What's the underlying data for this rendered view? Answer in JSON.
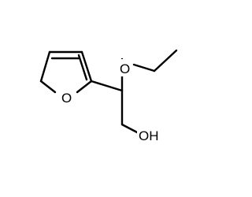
{
  "structure": {
    "labels": {
      "furan_oxygen": "O",
      "ether_oxygen": "O",
      "hydroxyl": "OH"
    },
    "colors": {
      "bond": "#000000",
      "label": "#000000",
      "background": "#ffffff"
    }
  }
}
